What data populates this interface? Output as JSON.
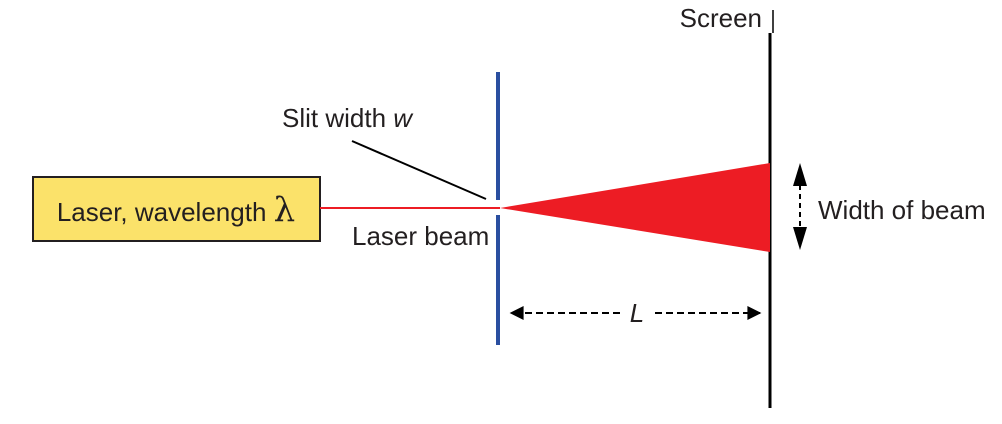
{
  "labels": {
    "screen": "Screen",
    "slit_width_text": "Slit width ",
    "slit_width_symbol": "w",
    "laser_text": "Laser, wavelength ",
    "laser_symbol": "λ",
    "laser_beam": "Laser beam",
    "beam_width": "Width of beam",
    "distance_symbol": "L"
  },
  "colors": {
    "laser_box_fill": "#fbe26a",
    "laser_box_stroke": "#231f20",
    "slit": "#2a4fa0",
    "beam": "#ed1c24",
    "line": "#000000",
    "text": "#231f20"
  }
}
